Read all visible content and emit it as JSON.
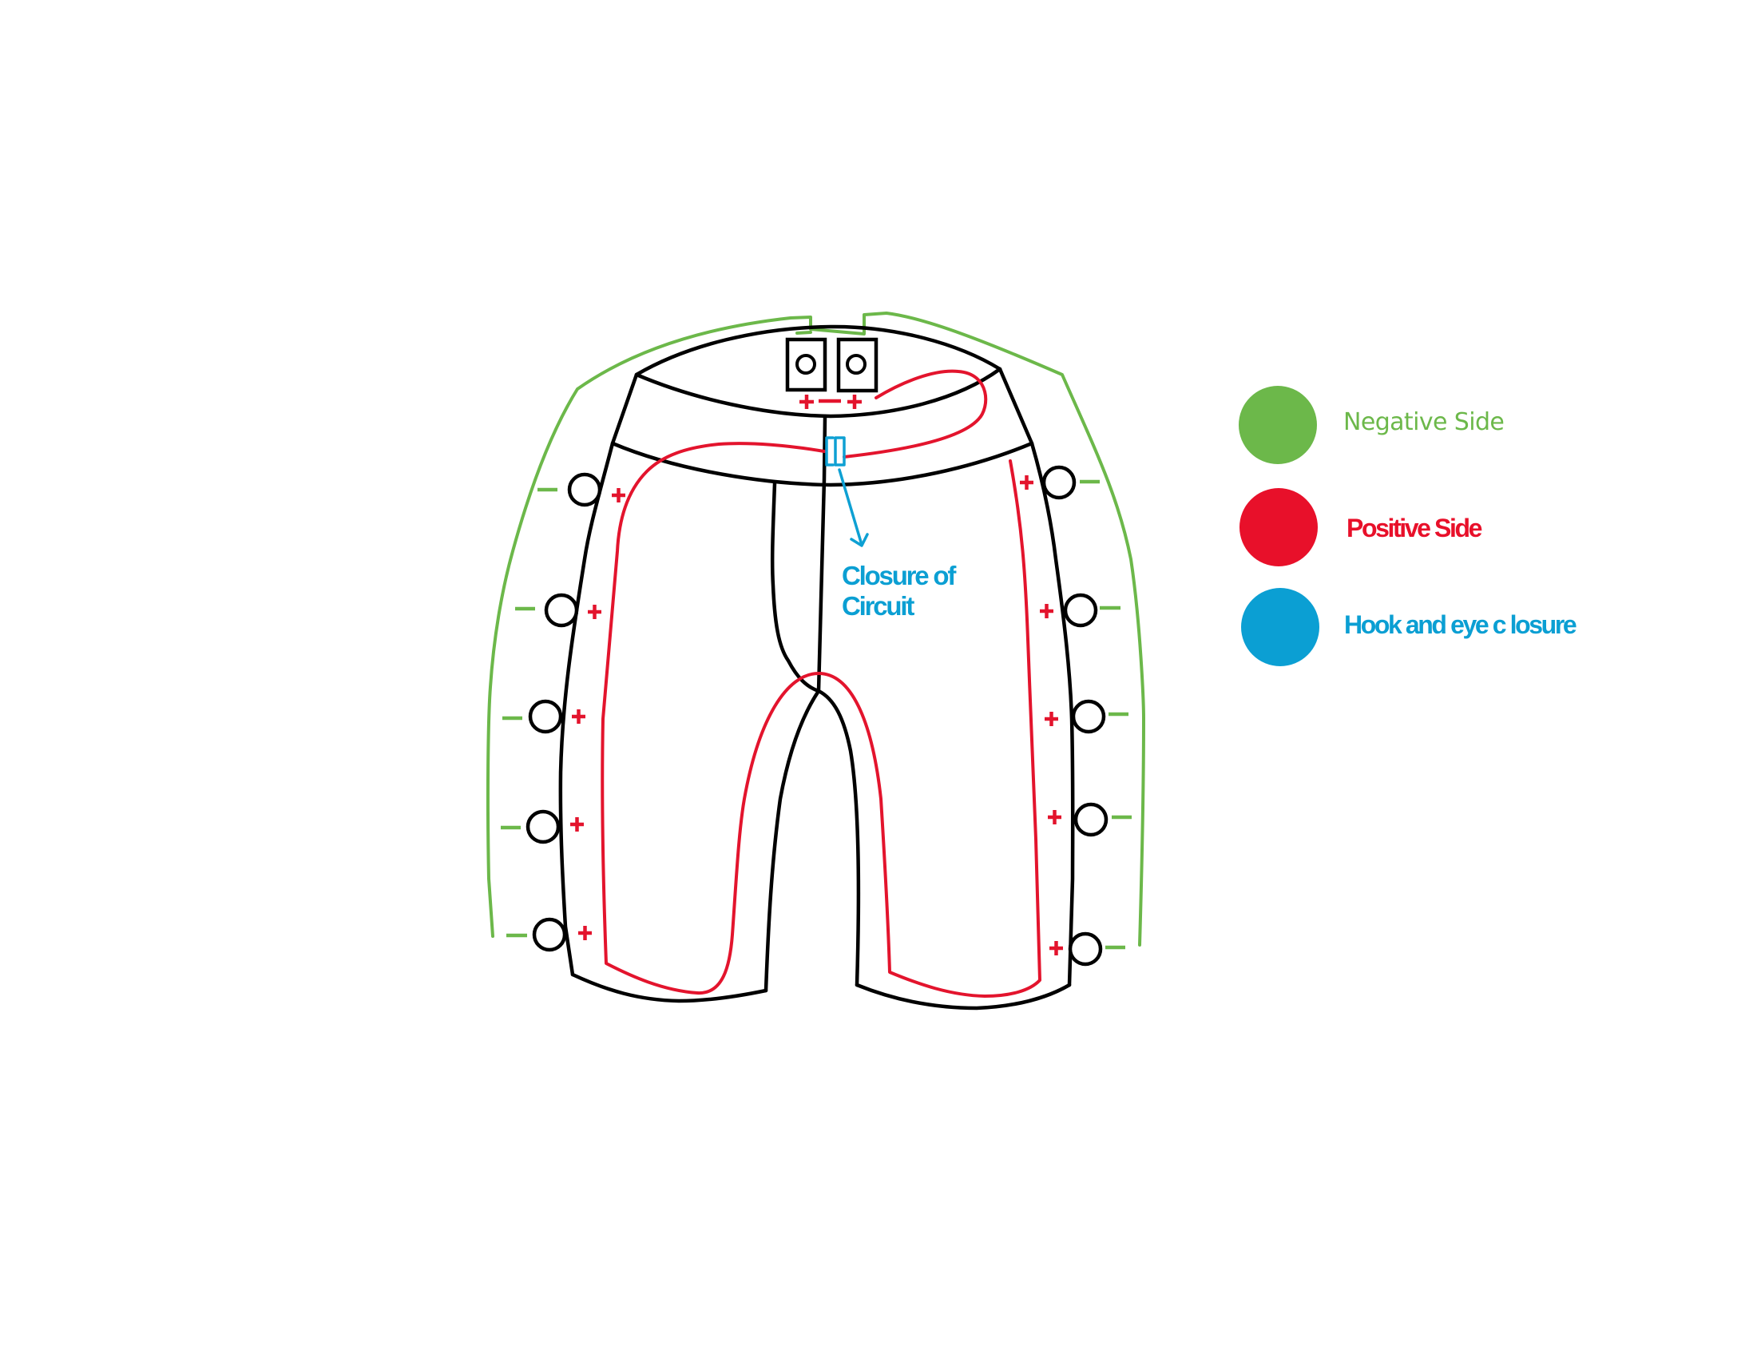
{
  "diagram": {
    "subject": "shorts-circuit-wiring",
    "annotation": {
      "closure_label_line1": "Closure of",
      "closure_label_line2": "Circuit"
    },
    "battery_pack": {
      "terminal_signs": [
        "+",
        "—",
        "+"
      ]
    },
    "left_side_terminals": [
      {
        "negative": "—",
        "positive": "+"
      },
      {
        "negative": "—",
        "positive": "+"
      },
      {
        "negative": "—",
        "positive": "+"
      },
      {
        "negative": "—",
        "positive": "+"
      },
      {
        "negative": "—",
        "positive": "+"
      }
    ],
    "right_side_terminals": [
      {
        "negative": "—",
        "positive": "+"
      },
      {
        "negative": "—",
        "positive": "+"
      },
      {
        "negative": "—",
        "positive": "+"
      },
      {
        "negative": "—",
        "positive": "+"
      },
      {
        "negative": "—",
        "positive": "+"
      }
    ]
  },
  "legend": {
    "items": [
      {
        "label": "Negative Side",
        "color": "#6cb84a"
      },
      {
        "label": "Positive Side",
        "color": "#e8102a"
      },
      {
        "label": "Hook and eye c losure",
        "color": "#0b9fd3"
      }
    ]
  },
  "colors": {
    "outline": "#000000",
    "negative": "#6cb84a",
    "positive": "#e3142d",
    "hook": "#0ea0d3",
    "background": "#ffffff"
  }
}
